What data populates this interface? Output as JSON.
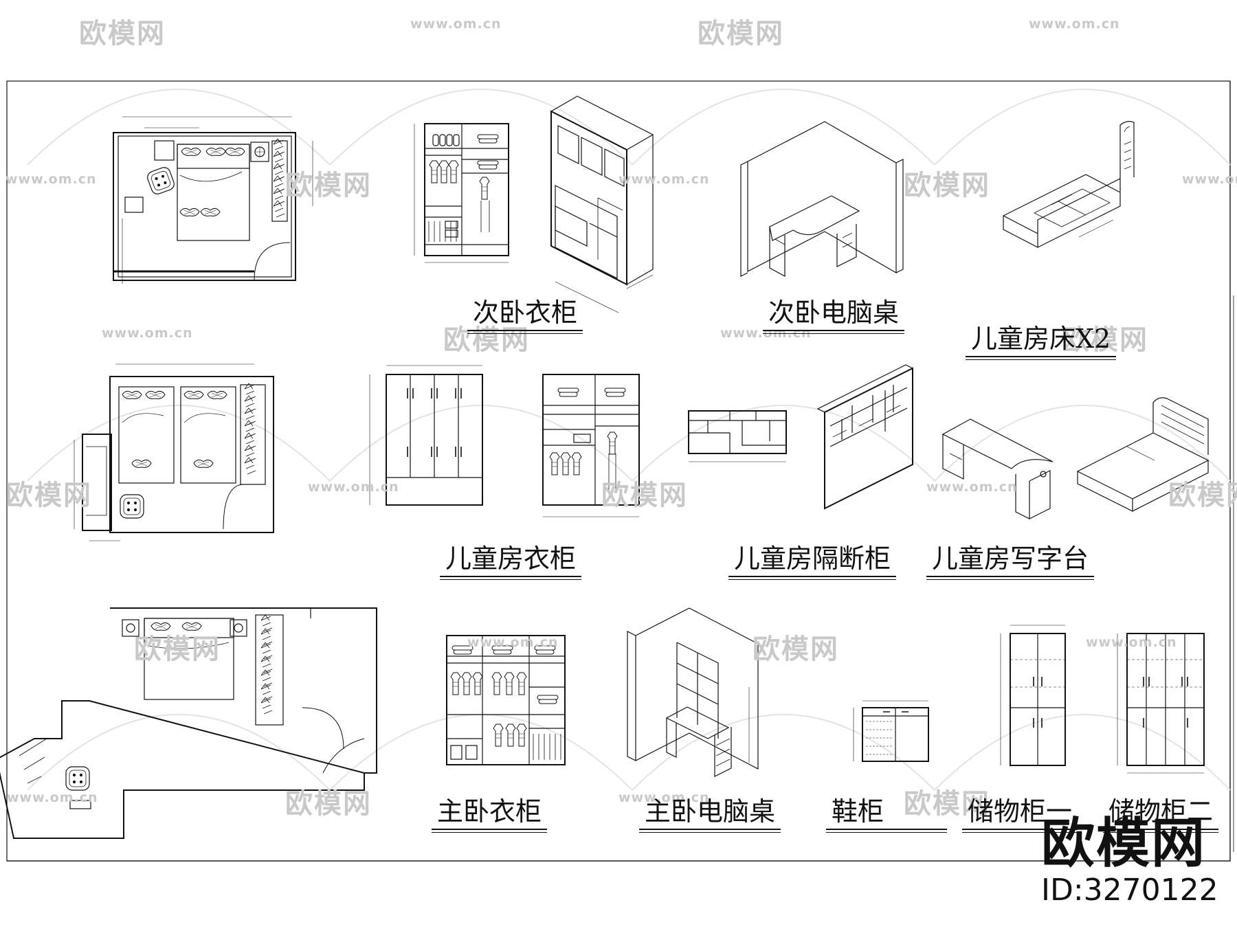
{
  "watermark": {
    "logo_text": "欧模网",
    "url": "www.om.cn"
  },
  "labels": {
    "second_bedroom_wardrobe": "次卧衣柜",
    "second_bedroom_desk": "次卧电脑桌",
    "kids_bed": "儿童房床X2",
    "kids_wardrobe": "儿童房衣柜",
    "kids_partition_cabinet": "儿童房隔断柜",
    "kids_writing_desk": "儿童房写字台",
    "master_wardrobe": "主卧衣柜",
    "master_desk": "主卧电脑桌",
    "shoe_cabinet": "鞋柜",
    "storage_cabinet_1": "储物柜一",
    "storage_cabinet_2": "储物柜二"
  },
  "brand": {
    "name": "欧模网",
    "id": "ID:3270122"
  }
}
